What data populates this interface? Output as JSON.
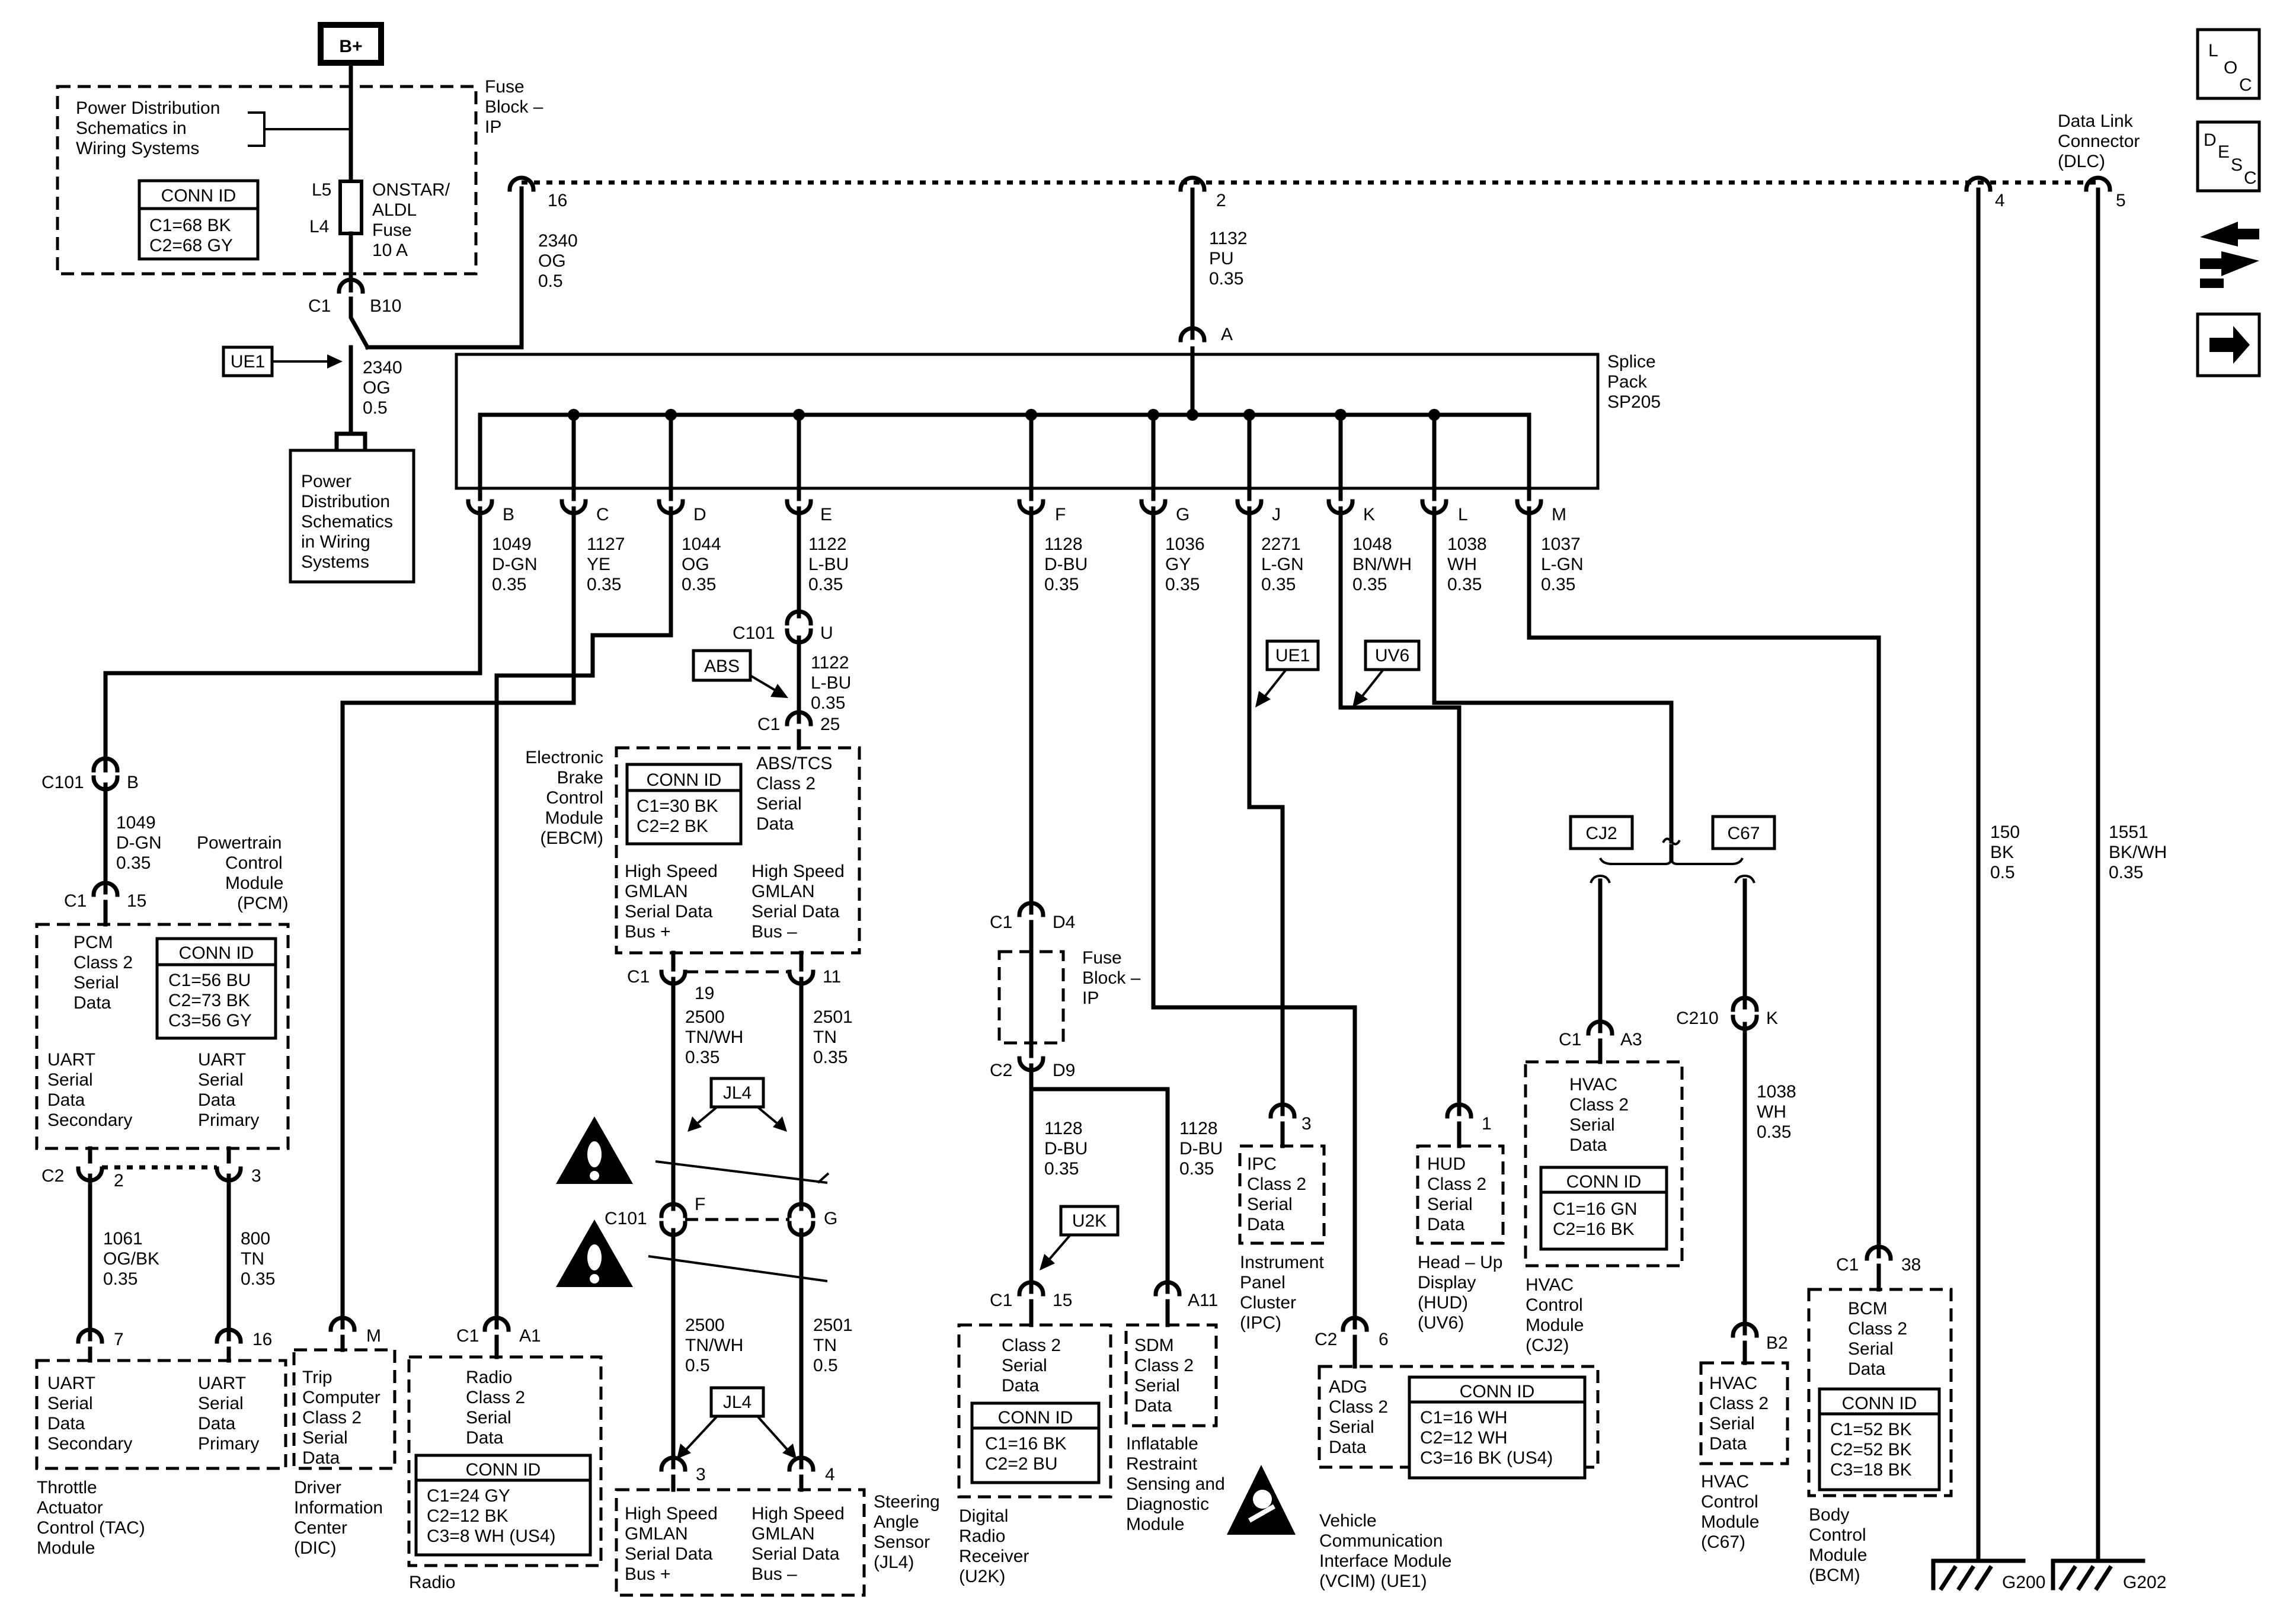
{
  "icons": {
    "loc": [
      "L",
      "O",
      "C"
    ],
    "desc": [
      "D",
      "E",
      "S",
      "C"
    ]
  },
  "battery": "B+",
  "fuse_block_ip": [
    "Fuse",
    "Block –",
    "IP"
  ],
  "power_dist_top": [
    "Power Distribution",
    "Schematics in",
    "Wiring Systems"
  ],
  "power_dist_bottom": [
    "Power",
    "Distribution",
    "Schematics",
    "in Wiring",
    "Systems"
  ],
  "fuse": {
    "l5": "L5",
    "l4": "L4",
    "label": [
      "ONSTAR/",
      "ALDL",
      "Fuse",
      "10 A"
    ]
  },
  "conn_fuse": {
    "head": "CONN ID",
    "rows": [
      "C1=68 BK",
      "C2=68 GY"
    ]
  },
  "c1_b10": [
    "C1",
    "B10"
  ],
  "ue1": "UE1",
  "wire_2340_lower": [
    "2340",
    "OG",
    "0.5"
  ],
  "wire_2340_upper": [
    "2340",
    "OG",
    "0.5"
  ],
  "pin16": "16",
  "pin2": "2",
  "pin4": "4",
  "pin5": "5",
  "wire_1132": [
    "1132",
    "PU",
    "0.35"
  ],
  "splice_a": "A",
  "splice_pack": [
    "Splice",
    "Pack",
    "SP205"
  ],
  "dlc": [
    "Data Link",
    "Connector",
    "(DLC)"
  ],
  "splice_pins": [
    "B",
    "C",
    "D",
    "E",
    "F",
    "G",
    "J",
    "K",
    "L",
    "M"
  ],
  "wires": {
    "b": [
      "1049",
      "D-GN",
      "0.35"
    ],
    "c": [
      "1127",
      "YE",
      "0.35"
    ],
    "d": [
      "1044",
      "OG",
      "0.35"
    ],
    "e": [
      "1122",
      "L-BU",
      "0.35"
    ],
    "f": [
      "1128",
      "D-BU",
      "0.35"
    ],
    "g": [
      "1036",
      "GY",
      "0.35"
    ],
    "j": [
      "2271",
      "L-GN",
      "0.35"
    ],
    "k": [
      "1048",
      "BN/WH",
      "0.35"
    ],
    "l": [
      "1038",
      "WH",
      "0.35"
    ],
    "m": [
      "1037",
      "L-GN",
      "0.35"
    ]
  },
  "c101_b": [
    "C101",
    "B"
  ],
  "wire_1049_2": [
    "1049",
    "D-GN",
    "0.35"
  ],
  "c1_15_pcm": [
    "C1",
    "15"
  ],
  "pcm_label": [
    "Powertrain",
    "Control",
    "Module",
    "(PCM)"
  ],
  "pcm_inner": [
    "PCM",
    "Class 2",
    "Serial",
    "Data"
  ],
  "conn_pcm": {
    "head": "CONN ID",
    "rows": [
      "C1=56 BU",
      "C2=73 BK",
      "C3=56 GY"
    ]
  },
  "uart_secondary": [
    "UART",
    "Serial",
    "Data",
    "Secondary"
  ],
  "uart_primary": [
    "UART",
    "Serial",
    "Data",
    "Primary"
  ],
  "c2_2": [
    "C2",
    "2"
  ],
  "pin3_pcm": "3",
  "wire_1061": [
    "1061",
    "OG/BK",
    "0.35"
  ],
  "wire_800": [
    "800",
    "TN",
    "0.35"
  ],
  "tac_pins": [
    "7",
    "16"
  ],
  "tac_secondary": [
    "UART",
    "Serial",
    "Data",
    "Secondary"
  ],
  "tac_primary": [
    "UART",
    "Serial",
    "Data",
    "Primary"
  ],
  "tac_label": [
    "Throttle",
    "Actuator",
    "Control (TAC)",
    "Module"
  ],
  "dic_pin": "M",
  "dic_inner": [
    "Trip",
    "Computer",
    "Class 2",
    "Serial",
    "Data"
  ],
  "dic_label": [
    "Driver",
    "Information",
    "Center",
    "(DIC)"
  ],
  "radio_pin": [
    "C1",
    "A1"
  ],
  "radio_inner": [
    "Radio",
    "Class 2",
    "Serial",
    "Data"
  ],
  "conn_radio": {
    "head": "CONN ID",
    "rows": [
      "C1=24 GY",
      "C2=12 BK",
      "C3=8 WH (US4)"
    ]
  },
  "radio_label": "Radio",
  "c101_u": [
    "C101",
    "U"
  ],
  "wire_1122_2": [
    "1122",
    "L-BU",
    "0.35"
  ],
  "abs": "ABS",
  "c1_25": [
    "C1",
    "25"
  ],
  "ebcm_label": [
    "Electronic",
    "Brake",
    "Control",
    "Module",
    "(EBCM)"
  ],
  "conn_ebcm": {
    "head": "CONN ID",
    "rows": [
      "C1=30 BK",
      "C2=2 BK"
    ]
  },
  "ebcm_inner": [
    "ABS/TCS",
    "Class 2",
    "Serial",
    "Data"
  ],
  "ebcm_gmlan_plus": [
    "High Speed",
    "GMLAN",
    "Serial Data",
    "Bus +"
  ],
  "ebcm_gmlan_minus": [
    "High Speed",
    "GMLAN",
    "Serial Data",
    "Bus –"
  ],
  "c1_19_11": [
    "C1",
    "19",
    "11"
  ],
  "wire_2500_a": [
    "2500",
    "TN/WH",
    "0.35"
  ],
  "wire_2501_a": [
    "2501",
    "TN",
    "0.35"
  ],
  "jl4": "JL4",
  "c101_fg": [
    "C101",
    "F",
    "G"
  ],
  "wire_2500_b": [
    "2500",
    "TN/WH",
    "0.5"
  ],
  "wire_2501_b": [
    "2501",
    "TN",
    "0.5"
  ],
  "sas_pins": [
    "3",
    "4"
  ],
  "sas_plus": [
    "High Speed",
    "GMLAN",
    "Serial Data",
    "Bus +"
  ],
  "sas_minus": [
    "High Speed",
    "GMLAN",
    "Serial Data",
    "Bus –"
  ],
  "sas_label": [
    "Steering",
    "Angle",
    "Sensor",
    "(JL4)"
  ],
  "c1_d4": [
    "C1",
    "D4"
  ],
  "fuse_block_ip2": [
    "Fuse",
    "Block –",
    "IP"
  ],
  "c2_d9": [
    "C2",
    "D9"
  ],
  "wire_1128_u2k": [
    "1128",
    "D-BU",
    "0.35"
  ],
  "wire_1128_sdm": [
    "1128",
    "D-BU",
    "0.35"
  ],
  "u2k": "U2K",
  "drr_pin": [
    "C1",
    "15"
  ],
  "drr_inner": [
    "Class 2",
    "Serial",
    "Data"
  ],
  "conn_drr": {
    "head": "CONN ID",
    "rows": [
      "C1=16 BK",
      "C2=2 BU"
    ]
  },
  "drr_label": [
    "Digital",
    "Radio",
    "Receiver",
    "(U2K)"
  ],
  "sdm_pin": "A11",
  "sdm_inner": [
    "SDM",
    "Class 2",
    "Serial",
    "Data"
  ],
  "sdm_label": [
    "Inflatable",
    "Restraint",
    "Sensing and",
    "Diagnostic",
    "Module"
  ],
  "ue1_2": "UE1",
  "uv6": "UV6",
  "ipc_pin": "3",
  "ipc_inner": [
    "IPC",
    "Class 2",
    "Serial",
    "Data"
  ],
  "ipc_label": [
    "Instrument",
    "Panel",
    "Cluster",
    "(IPC)"
  ],
  "vcim_pin": [
    "C2",
    "6"
  ],
  "vcim_inner": [
    "ADG",
    "Class 2",
    "Serial",
    "Data"
  ],
  "conn_vcim": {
    "head": "CONN ID",
    "rows": [
      "C1=16 WH",
      "C2=12 WH",
      "C3=16 BK (US4)"
    ]
  },
  "vcim_label": [
    "Vehicle",
    "Communication",
    "Interface Module",
    "(VCIM) (UE1)"
  ],
  "hud_pin": "1",
  "hud_inner": [
    "HUD",
    "Class 2",
    "Serial",
    "Data"
  ],
  "hud_label": [
    "Head – Up",
    "Display",
    "(HUD)",
    "(UV6)"
  ],
  "cj2": "CJ2",
  "c67": "C67",
  "hvac_cj2_pin": [
    "C1",
    "A3"
  ],
  "hvac_cj2_inner": [
    "HVAC",
    "Class 2",
    "Serial",
    "Data"
  ],
  "conn_hvac": {
    "head": "CONN ID",
    "rows": [
      "C1=16 GN",
      "C2=16 BK"
    ]
  },
  "hvac_cj2_label": [
    "HVAC",
    "Control",
    "Module",
    "(CJ2)"
  ],
  "c210_k": [
    "C210",
    "K"
  ],
  "wire_1038_2": [
    "1038",
    "WH",
    "0.35"
  ],
  "hvac_c67_pin": "B2",
  "hvac_c67_inner": [
    "HVAC",
    "Class 2",
    "Serial",
    "Data"
  ],
  "hvac_c67_label": [
    "HVAC",
    "Control",
    "Module",
    "(C67)"
  ],
  "bcm_pin": [
    "C1",
    "38"
  ],
  "bcm_inner": [
    "BCM",
    "Class 2",
    "Serial",
    "Data"
  ],
  "conn_bcm": {
    "head": "CONN ID",
    "rows": [
      "C1=52 BK",
      "C2=52 BK",
      "C3=18 BK"
    ]
  },
  "bcm_label": [
    "Body",
    "Control",
    "Module",
    "(BCM)"
  ],
  "wire_150": [
    "150",
    "BK",
    "0.5"
  ],
  "wire_1551": [
    "1551",
    "BK/WH",
    "0.35"
  ],
  "g200": "G200",
  "g202": "G202"
}
